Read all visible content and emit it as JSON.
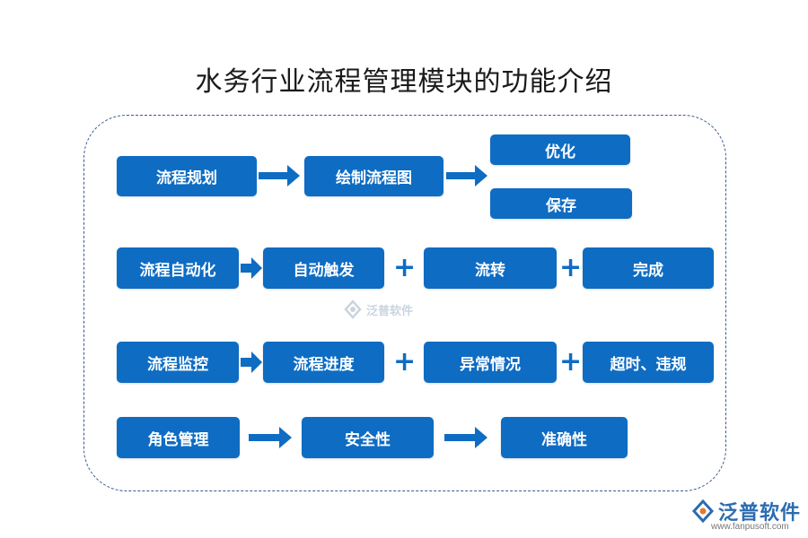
{
  "title": "水务行业流程管理模块的功能介绍",
  "rows": [
    {
      "items": [
        "流程规划",
        "绘制流程图",
        "优化",
        "保存"
      ]
    },
    {
      "items": [
        "流程自动化",
        "自动触发",
        "流转",
        "完成"
      ]
    },
    {
      "items": [
        "流程监控",
        "流程进度",
        "异常情况",
        "超时、违规"
      ]
    },
    {
      "items": [
        "角色管理",
        "安全性",
        "准确性"
      ]
    }
  ],
  "colors": {
    "box": "#0e6cc3",
    "border": "#3a5a8c",
    "text": "#ffffff"
  },
  "watermark": {
    "text": "泛普软件"
  },
  "logo": {
    "name": "泛普软件",
    "url": "www.fanpusoft.com",
    "icon": "fanpu-logo-icon"
  }
}
